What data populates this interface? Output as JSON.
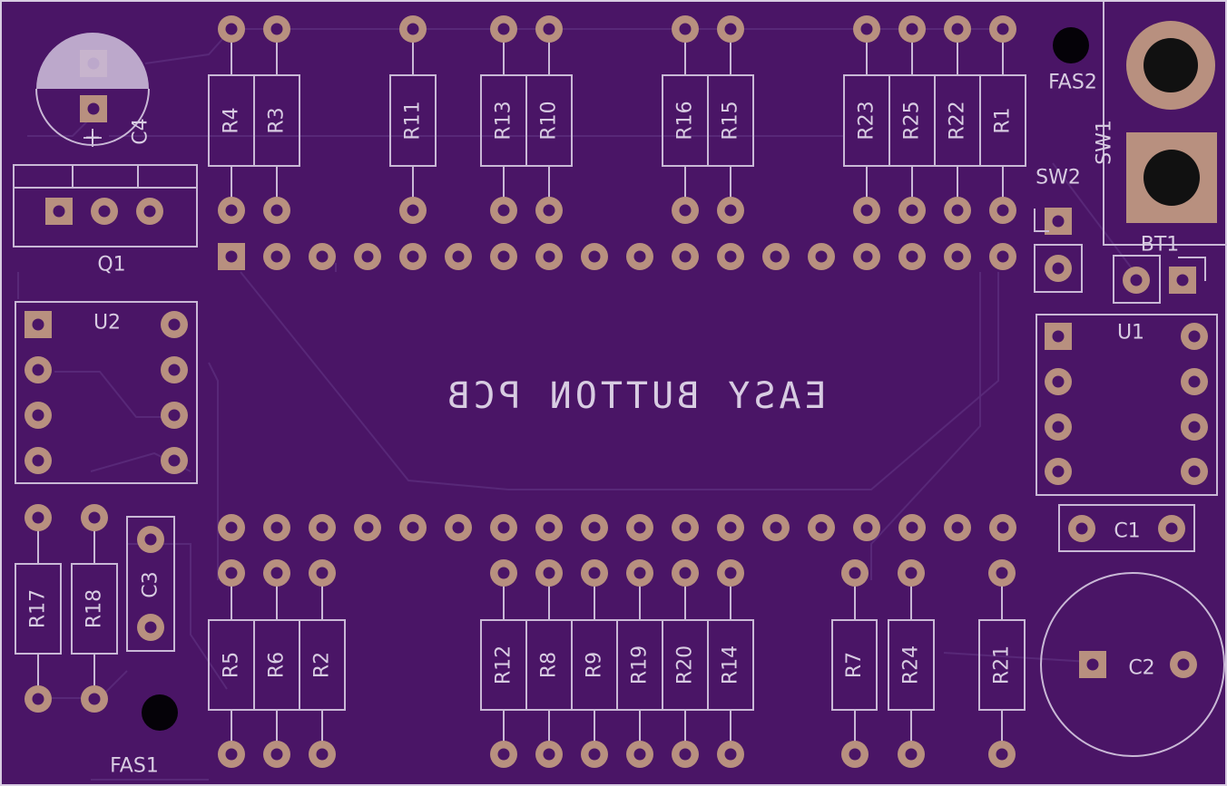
{
  "board": {
    "title": "EASY BUTTON PCB",
    "colors": {
      "substrate": "#4a1566",
      "silkscreen": "#d8cce2",
      "pad": "#b8907f",
      "trace": "#5a2a7a",
      "hole": "#000000"
    }
  },
  "labels": {
    "R4": "R4",
    "R3": "R3",
    "R11": "R11",
    "R13": "R13",
    "R10": "R10",
    "R16": "R16",
    "R15": "R15",
    "R23": "R23",
    "R25": "R25",
    "R22": "R22",
    "R1": "R1",
    "R17": "R17",
    "R18": "R18",
    "C3": "C3",
    "R5": "R5",
    "R6": "R6",
    "R2": "R2",
    "R12": "R12",
    "R8": "R8",
    "R9": "R9",
    "R19": "R19",
    "R20": "R20",
    "R14": "R14",
    "R7": "R7",
    "R24": "R24",
    "R21": "R21",
    "C4": "C4",
    "C4plus": "+",
    "Q1": "Q1",
    "U2": "U2",
    "U1": "U1",
    "C1": "C1",
    "C2": "C2",
    "FAS1": "FAS1",
    "FAS2": "FAS2",
    "SW1": "SW1",
    "SW2": "SW2",
    "BT1": "BT1"
  }
}
